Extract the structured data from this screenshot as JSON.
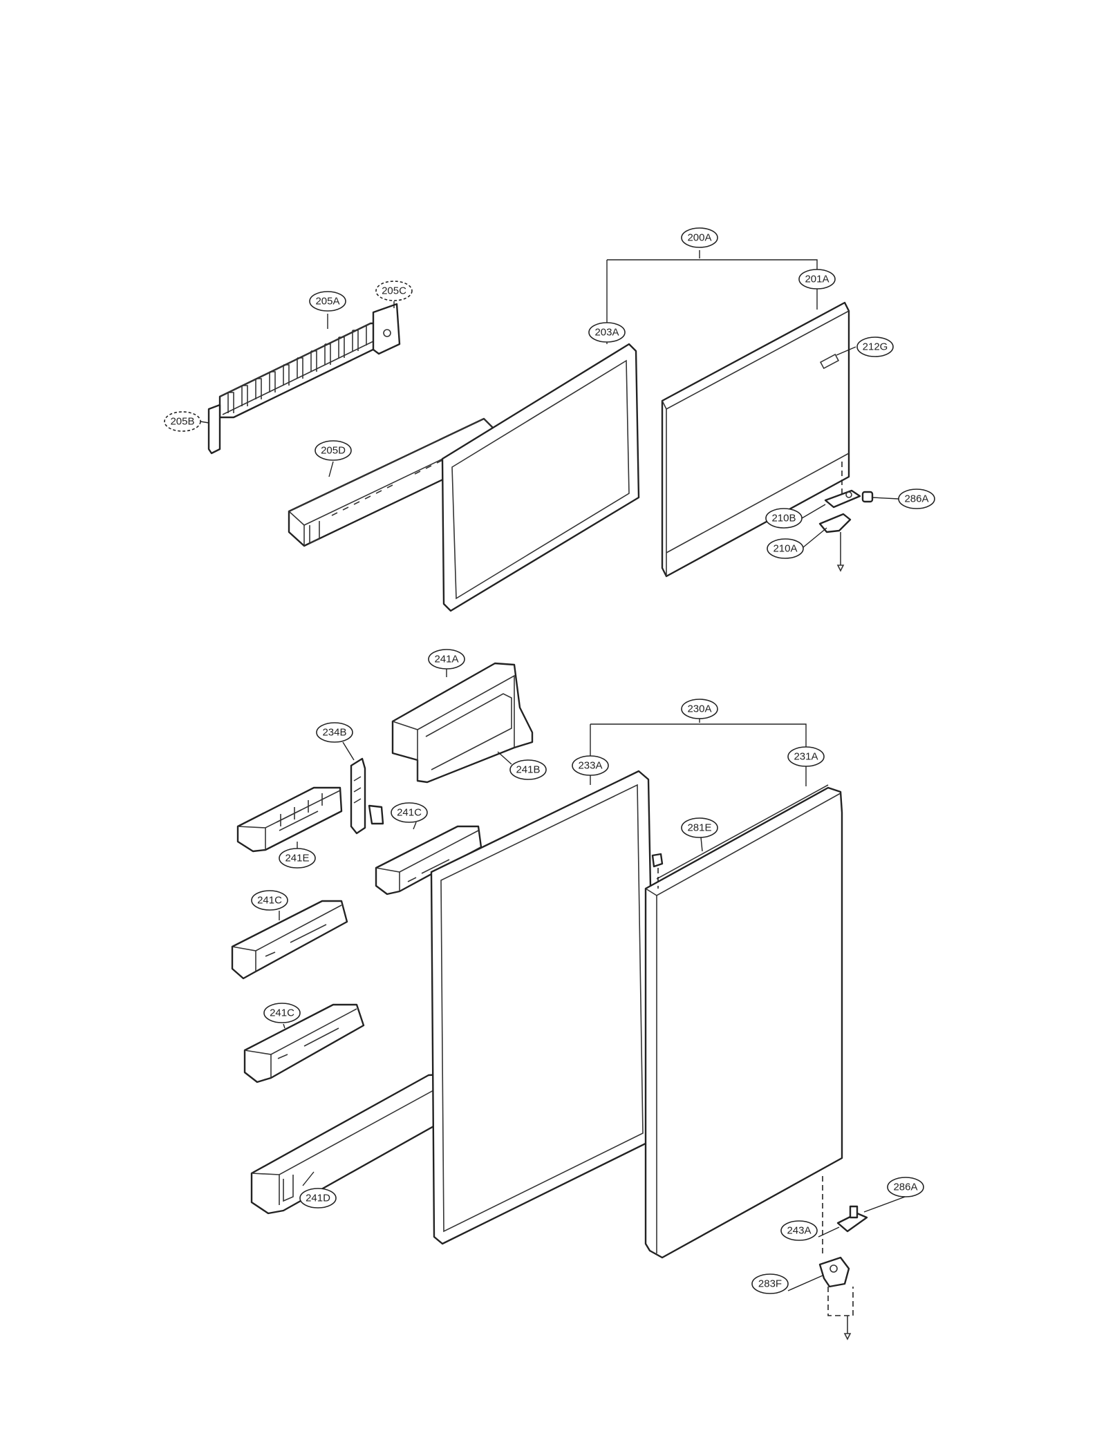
{
  "callouts": {
    "c200A": "200A",
    "c201A": "201A",
    "c203A": "203A",
    "c205A": "205A",
    "c205B": "205B",
    "c205C": "205C",
    "c205D": "205D",
    "c210A": "210A",
    "c210B": "210B",
    "c212G": "212G",
    "c286A_top": "286A",
    "c230A": "230A",
    "c231A": "231A",
    "c233A": "233A",
    "c234B": "234B",
    "c241A": "241A",
    "c241B": "241B",
    "c241C_a": "241C",
    "c241C_b": "241C",
    "c241C_c": "241C",
    "c241D": "241D",
    "c241E": "241E",
    "c243A": "243A",
    "c281E": "281E",
    "c283F": "283F",
    "c286A_bottom": "286A"
  }
}
